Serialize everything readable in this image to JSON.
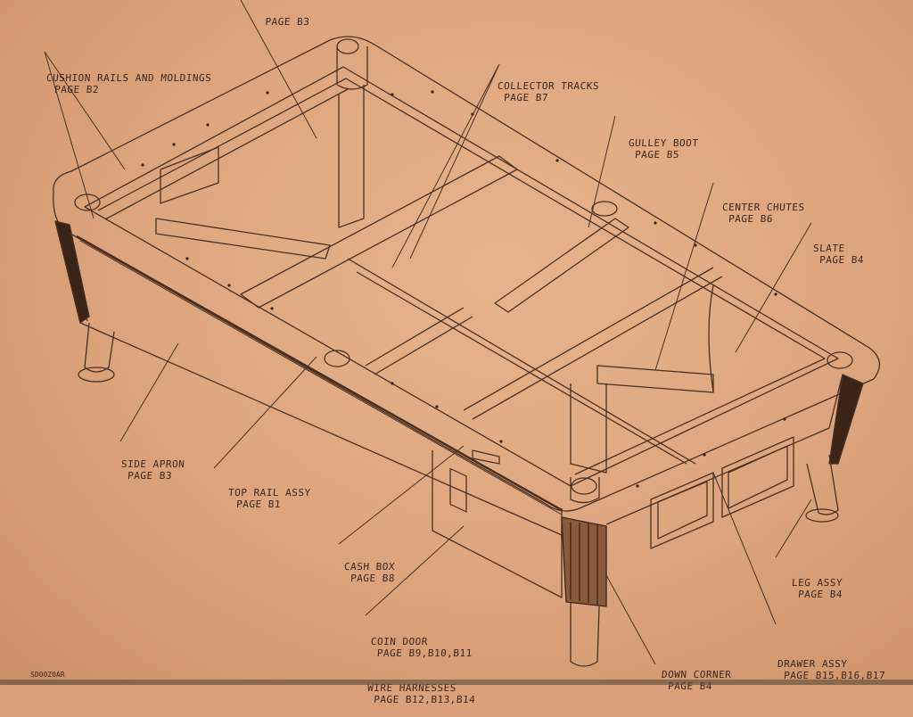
{
  "diagram": {
    "type": "isometric parts callout drawing",
    "subject": "coin-operated pool table assembly",
    "drawing_code": "SD00Z0AR",
    "colors": {
      "paper": "#dca47c",
      "ink": "#3a2418"
    },
    "callouts": [
      {
        "id": "top-partial",
        "lines": [
          "",
          "PAGE B3"
        ]
      },
      {
        "id": "cushion-rails",
        "lines": [
          "CUSHION RAILS AND MOLDINGS",
          "PAGE B2"
        ]
      },
      {
        "id": "collector-tracks",
        "lines": [
          "COLLECTOR TRACKS",
          "PAGE B7"
        ]
      },
      {
        "id": "gulley-boot",
        "lines": [
          "GULLEY BOOT",
          "PAGE B5"
        ]
      },
      {
        "id": "center-chutes",
        "lines": [
          "CENTER CHUTES",
          "PAGE B6"
        ]
      },
      {
        "id": "slate",
        "lines": [
          "SLATE",
          "PAGE B4"
        ]
      },
      {
        "id": "side-apron",
        "lines": [
          "SIDE APRON",
          "PAGE B3"
        ]
      },
      {
        "id": "top-rail-assy",
        "lines": [
          "TOP RAIL ASSY",
          "PAGE B1"
        ]
      },
      {
        "id": "cash-box",
        "lines": [
          "CASH BOX",
          "PAGE B8"
        ]
      },
      {
        "id": "coin-door",
        "lines": [
          "COIN DOOR",
          "PAGE B9,B10,B11",
          "WIRE HARNESSES",
          "PAGE B12,B13,B14"
        ]
      },
      {
        "id": "leg-assy",
        "lines": [
          "LEG ASSY",
          "PAGE B4"
        ]
      },
      {
        "id": "drawer-assy",
        "lines": [
          "DRAWER ASSY",
          "PAGE B15,B16,B17"
        ]
      },
      {
        "id": "down-corner",
        "lines": [
          "DOWN CORNER",
          "PAGE B4"
        ]
      }
    ]
  }
}
